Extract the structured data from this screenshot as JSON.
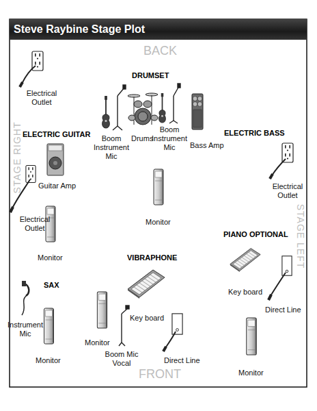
{
  "diagram": {
    "title": "Steve Raybine Stage Plot",
    "labels": [
      "BACK",
      "Electrical Outlet",
      "DRUMSET",
      "ELECTRIC GUITAR",
      "Boom Instrument Mic",
      "Drums",
      "Boom Instrument Mic",
      "Bass Amp",
      "ELECTRIC BASS",
      "Guitar Amp",
      "Electrical Outlet",
      "Electrical Outlet",
      "Monitor",
      "Monitor",
      "PIANO OPTIONAL",
      "VIBRAPHONE",
      "SAX",
      "Key board",
      "Direct Line",
      "Key board",
      "Instrument Mic",
      "Monitor",
      "Monitor",
      "Boom Mic Vocal",
      "Direct Line",
      "FRONT",
      "Monitor",
      "STAGE RIGHT",
      "STAGE LEFT"
    ]
  }
}
